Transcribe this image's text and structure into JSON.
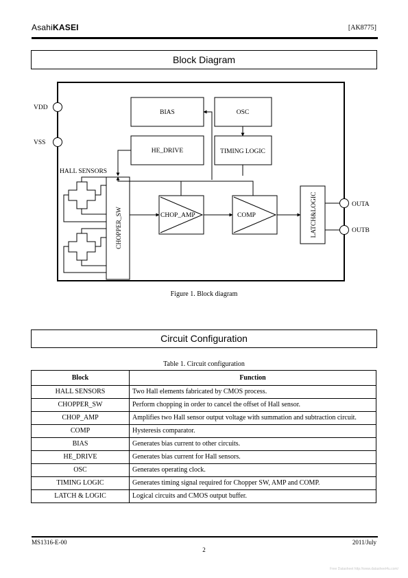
{
  "header": {
    "logo_left": "Asahi",
    "logo_right": "KASEI",
    "part": "[AK8775]"
  },
  "block_diagram": {
    "section_title": "Block Diagram",
    "pins": {
      "vdd": "VDD",
      "vss": "VSS",
      "outa": "OUTA",
      "outb": "OUTB"
    },
    "blocks": {
      "bias": "BIAS",
      "osc": "OSC",
      "he_drive": "HE_DRIVE",
      "timing_logic": "TIMING LOGIC",
      "hall_sensors": "HALL SENSORS",
      "chopper_sw": "CHOPPER_SW",
      "chop_amp": "CHOP_AMP",
      "comp": "COMP",
      "latch_logic": "LATCH&LOGIC"
    },
    "figure_caption": "Figure 1. Block diagram"
  },
  "circuit_config": {
    "section_title": "Circuit Configuration",
    "table_caption": "Table 1. Circuit configuration",
    "columns": [
      "Block",
      "Function"
    ],
    "rows": [
      [
        "HALL SENSORS",
        "Two Hall elements fabricated by CMOS process."
      ],
      [
        "CHOPPER_SW",
        "Perform chopping in order to cancel the offset of Hall sensor."
      ],
      [
        "CHOP_AMP",
        "Amplifies two Hall sensor output voltage with summation and subtraction circuit."
      ],
      [
        "COMP",
        "Hysteresis comparator."
      ],
      [
        "BIAS",
        "Generates bias current to other circuits."
      ],
      [
        "HE_DRIVE",
        "Generates bias current for Hall sensors."
      ],
      [
        "OSC",
        "Generates operating clock."
      ],
      [
        "TIMING LOGIC",
        "Generates timing signal required for Chopper SW, AMP and COMP."
      ],
      [
        "LATCH & LOGIC",
        "Logical circuits and CMOS output buffer."
      ]
    ]
  },
  "footer": {
    "doc_id": "MS1316-E-00",
    "date": "2011/July",
    "page": "2",
    "watermark": "Free Datasheet http://www.datasheet4u.com/"
  }
}
